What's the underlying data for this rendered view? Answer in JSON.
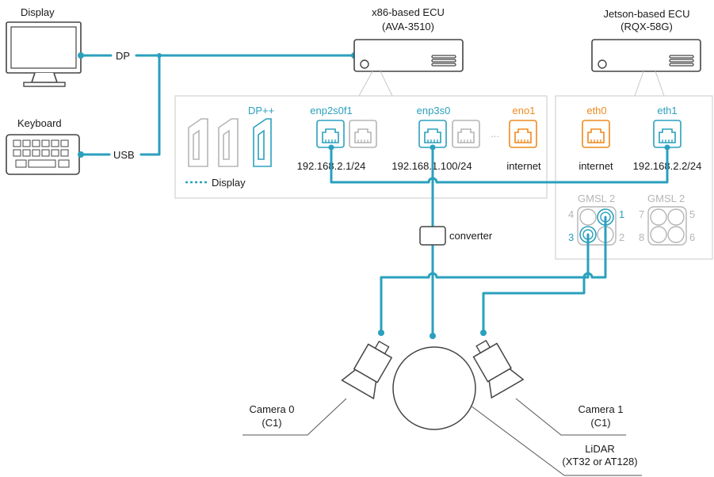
{
  "display": {
    "label": "Display"
  },
  "keyboard": {
    "label": "Keyboard"
  },
  "links": {
    "dp": "DP",
    "usb": "USB",
    "converter": "converter"
  },
  "ecu_x86": {
    "title": "x86-based ECU",
    "model": "(AVA-3510)",
    "ports": {
      "dp": "DP++",
      "enp2s0f1": "enp2s0f1",
      "enp3s0": "enp3s0",
      "eno1": "eno1",
      "ellipsis": "..."
    },
    "ips": {
      "enp2s0f1": "192.168.2.1/24",
      "enp3s0": "192.168.1.100/24",
      "eno1": "internet"
    },
    "display_legend": "Display"
  },
  "ecu_jetson": {
    "title": "Jetson-based ECU",
    "model": "(RQX-58G)",
    "ports": {
      "eth0": "eth0",
      "eth1": "eth1"
    },
    "ips": {
      "eth0": "internet",
      "eth1": "192.168.2.2/24"
    },
    "gmsl": {
      "label_a": "GMSL 2",
      "label_b": "GMSL 2",
      "a_numbers": [
        "4",
        "1",
        "3",
        "2"
      ],
      "b_numbers": [
        "7",
        "5",
        "8",
        "6"
      ]
    }
  },
  "sensors": {
    "camera0": {
      "name": "Camera 0",
      "type": "(C1)"
    },
    "camera1": {
      "name": "Camera 1",
      "type": "(C1)"
    },
    "lidar": {
      "name": "LiDAR",
      "type": "(XT32 or AT128)"
    }
  },
  "colors": {
    "teal": "#2aa0bd",
    "orange": "#ee8a1e",
    "grey": "#b5b5b5"
  }
}
